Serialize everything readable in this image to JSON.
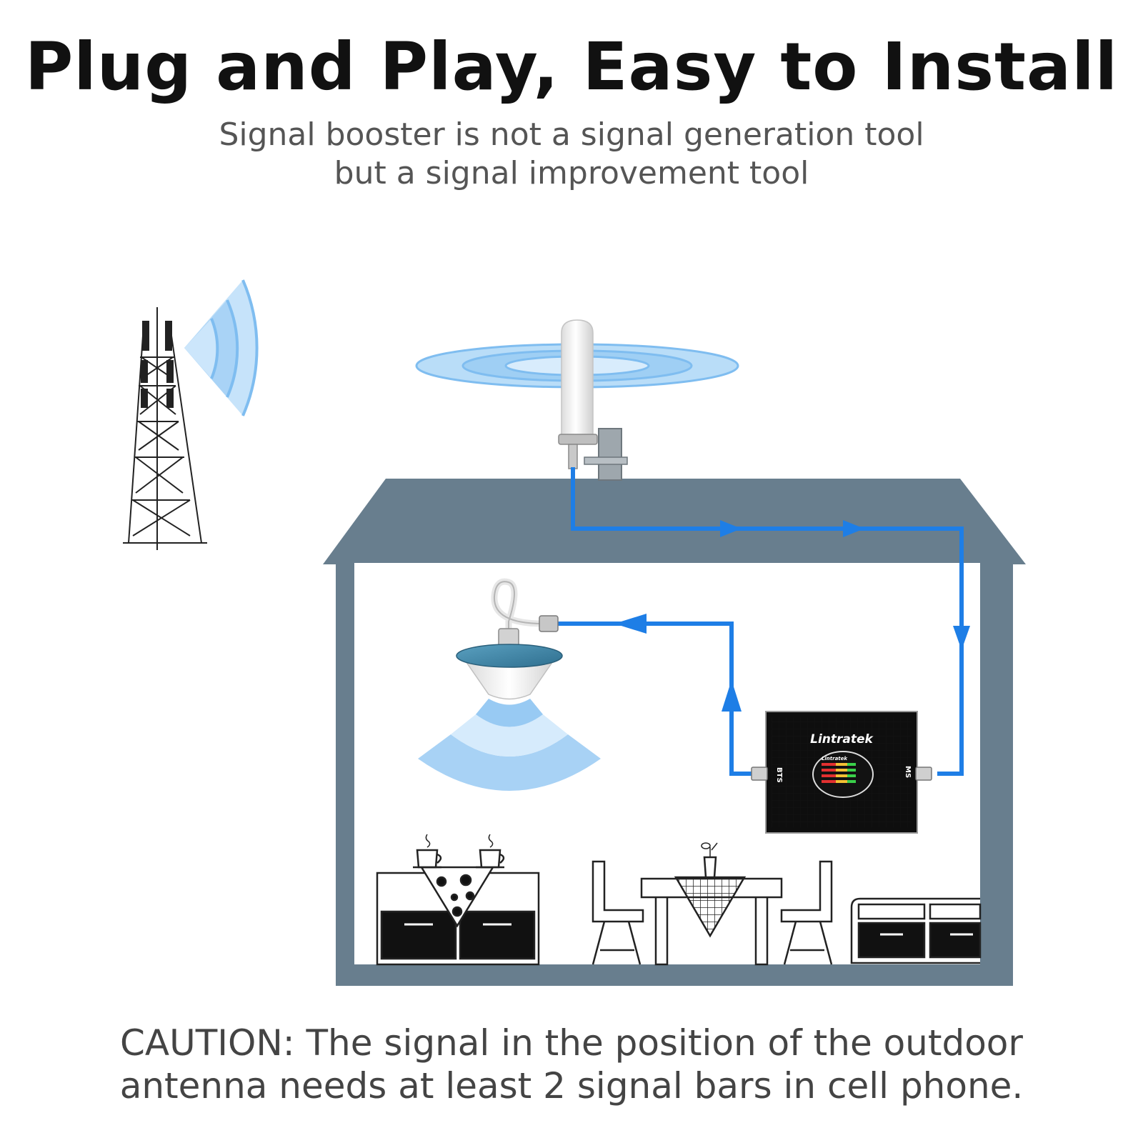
{
  "header": {
    "title": "Plug and Play, Easy to Install",
    "subtitle_line1": "Signal booster is not a signal generation tool",
    "subtitle_line2": "but a signal improvement tool"
  },
  "booster": {
    "brand": "Lintratek",
    "brand_small": "Lintratek",
    "port_left": "BTS",
    "port_right": "MS"
  },
  "footer": {
    "caution_line1": "CAUTION: The signal in the position of the outdoor",
    "caution_line2": "antenna needs at least 2 signal bars in cell phone."
  },
  "colors": {
    "house": "#687e8e",
    "cable": "#1e7ee6",
    "wave": "#8fc8f2",
    "text_dark": "#111111",
    "text_gray": "#555555"
  }
}
